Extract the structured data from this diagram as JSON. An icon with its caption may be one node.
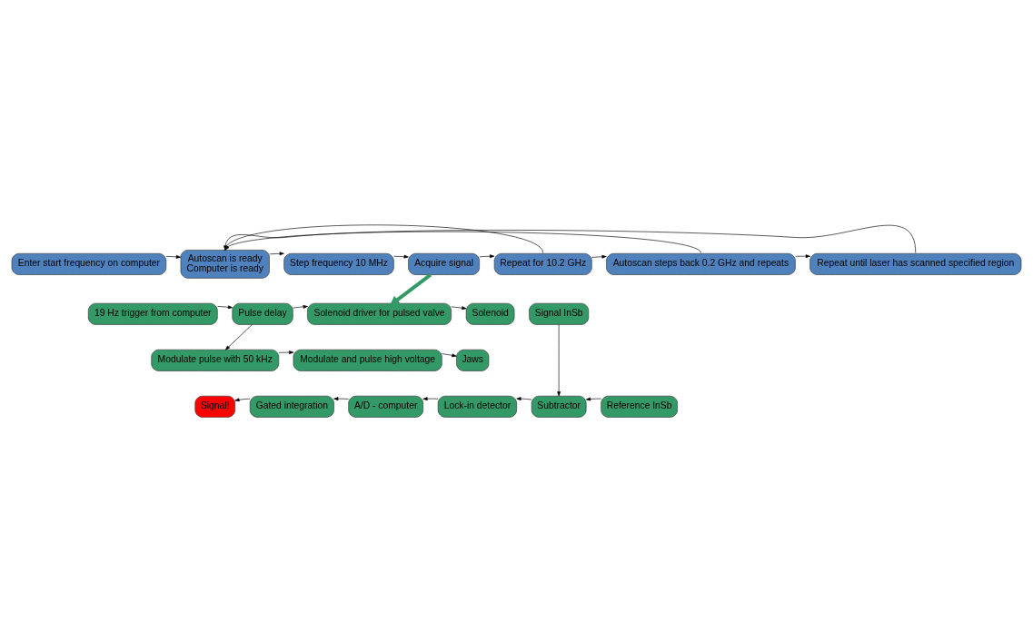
{
  "diagram": {
    "nodes": [
      {
        "text": [
          "Enter start frequency on computer"
        ]
      },
      {
        "text": [
          "Autoscan is ready",
          "Computer is ready"
        ]
      },
      {
        "text": [
          "Step frequency 10 MHz"
        ]
      },
      {
        "text": [
          "Acquire signal"
        ]
      },
      {
        "text": [
          "Repeat for 10.2 GHz"
        ]
      },
      {
        "text": [
          "Autoscan steps back 0.2 GHz and repeats"
        ]
      },
      {
        "text": [
          "Repeat until laser has scanned specified region"
        ]
      },
      {
        "text": [
          "19 Hz trigger from computer"
        ]
      },
      {
        "text": [
          "Pulse delay"
        ]
      },
      {
        "text": [
          "Solenoid driver for pulsed valve"
        ]
      },
      {
        "text": [
          "Solenoid"
        ]
      },
      {
        "text": [
          "Modulate pulse with 50 kHz"
        ]
      },
      {
        "text": [
          "Modulate and pulse high voltage"
        ]
      },
      {
        "text": [
          "Jaws"
        ]
      },
      {
        "text": [
          "Signal InSb"
        ]
      },
      {
        "text": [
          "Signal!"
        ]
      },
      {
        "text": [
          "Gated integration"
        ]
      },
      {
        "text": [
          "A/D - computer"
        ]
      },
      {
        "text": [
          "Lock-in detector"
        ]
      },
      {
        "text": [
          "Subtractor"
        ]
      },
      {
        "text": [
          "Reference InSb"
        ]
      }
    ],
    "edges": [
      {
        "from": 0,
        "to": 1,
        "arrow": "to"
      },
      {
        "from": 1,
        "to": 2,
        "arrow": "to"
      },
      {
        "from": 2,
        "to": 3,
        "arrow": "to"
      },
      {
        "from": 3,
        "to": 4,
        "arrow": "to"
      },
      {
        "from": 4,
        "to": 5,
        "arrow": "to"
      },
      {
        "from": 5,
        "to": 6,
        "arrow": "to"
      },
      {
        "from": 4,
        "to": 1,
        "arrow": "to"
      },
      {
        "from": 5,
        "to": 1,
        "arrow": "to"
      },
      {
        "from": 6,
        "to": 1,
        "arrow": "to"
      },
      {
        "from": 3,
        "to": 9,
        "arrow": "to",
        "style": "thick",
        "color": "#339966"
      },
      {
        "from": 7,
        "to": 8,
        "arrow": "to"
      },
      {
        "from": 8,
        "to": 9,
        "arrow": "to"
      },
      {
        "from": 8,
        "to": 11,
        "arrow": "to"
      },
      {
        "from": 9,
        "to": 10,
        "arrow": "to"
      },
      {
        "from": 11,
        "to": 12,
        "arrow": "to"
      },
      {
        "from": 12,
        "to": 13,
        "arrow": "to"
      },
      {
        "from": 14,
        "to": 19,
        "arrow": "to"
      },
      {
        "from": 20,
        "to": 19,
        "arrow": "to"
      },
      {
        "from": 19,
        "to": 18,
        "arrow": "to"
      },
      {
        "from": 18,
        "to": 17,
        "arrow": "to"
      },
      {
        "from": 17,
        "to": 16,
        "arrow": "to"
      },
      {
        "from": 16,
        "to": 15,
        "arrow": "to"
      }
    ]
  }
}
